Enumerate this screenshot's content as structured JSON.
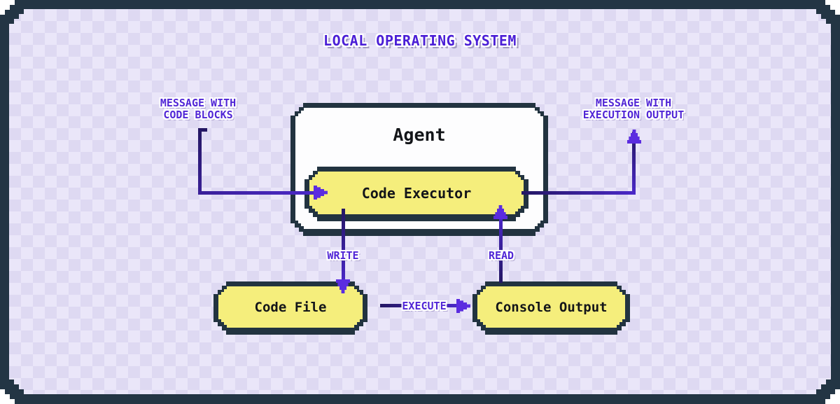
{
  "title": "LOCAL OPERATING SYSTEM",
  "nodes": {
    "agent": "Agent",
    "code_executor": "Code Executor",
    "code_file": "Code File",
    "console_output": "Console Output"
  },
  "edges": {
    "msg_code_blocks": {
      "line1": "MESSAGE WITH",
      "line2": "CODE BLOCKS"
    },
    "msg_execution_output": {
      "line1": "MESSAGE WITH",
      "line2": "EXECUTION OUTPUT"
    },
    "write": "WRITE",
    "read": "READ",
    "execute": "EXECUTE"
  },
  "colors": {
    "frame": "#233544",
    "background": "#ded9f2",
    "checker": "#eae6f9",
    "node_fill_yellow": "#f5ee7c",
    "node_fill_white": "#fdfdfe",
    "node_border": "#223340",
    "accent_purple": "#5126d6",
    "arrow_line": "#3a2098",
    "arrow_head": "#5b2ce0"
  }
}
